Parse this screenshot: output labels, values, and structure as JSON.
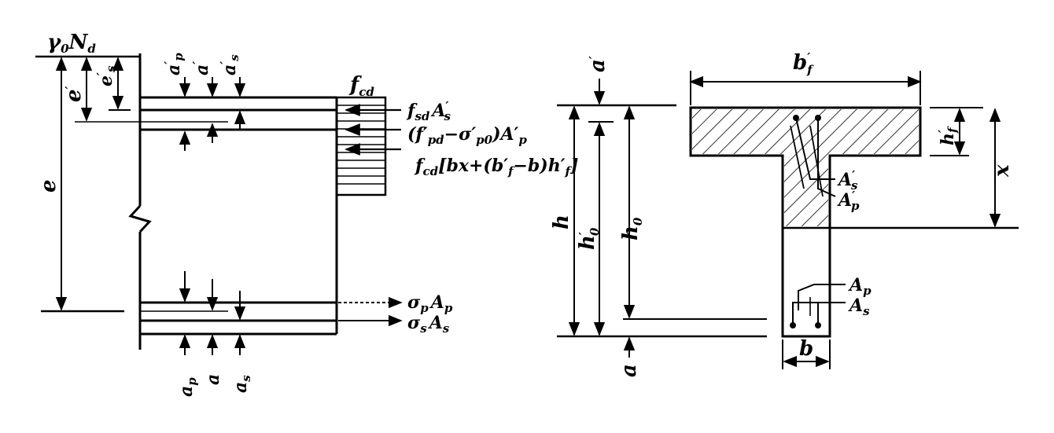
{
  "left_section": {
    "load": {
      "main": "γ",
      "sub1": "0",
      "main2": "N",
      "sub2": "d"
    },
    "e": {
      "main": "e"
    },
    "e_prime": {
      "main": "e",
      "sup": "′"
    },
    "e_s_prime": {
      "main": "e",
      "sup": "′",
      "sub": "s"
    },
    "a_p_prime_top": {
      "main": "a",
      "sup": "′",
      "sub": "p"
    },
    "a_prime_top": {
      "main": "a",
      "sup": "′"
    },
    "a_s_prime_top": {
      "main": "a",
      "sup": "′",
      "sub": "s"
    },
    "fcd_block": {
      "main": "f",
      "sub": "cd"
    },
    "force_top_steel": {
      "main": "f",
      "sub": "sd",
      "main2": "A",
      "sup2": "′",
      "sub2": "s"
    },
    "force_top_prestress": {
      "text": "(f′",
      "sub": "pd",
      "mid": "−σ′",
      "sub2": "p0",
      "end": ")A′",
      "sub3": "p"
    },
    "force_concrete": {
      "main": "f",
      "sub": "cd",
      "rest": "[bx+(b′",
      "sub2": "f",
      "rest2": "−b)h′",
      "sub3": "f",
      "end": "]"
    },
    "force_bottom_prestress": {
      "main": "σ",
      "sub": "p",
      "main2": "A",
      "sub2": "p"
    },
    "force_bottom_steel": {
      "main": "σ",
      "sub": "s",
      "main2": "A",
      "sub2": "s"
    },
    "a_p_bottom": {
      "main": "a",
      "sub": "p"
    },
    "a_bottom": {
      "main": "a"
    },
    "a_s_bottom": {
      "main": "a",
      "sub": "s"
    }
  },
  "right_section": {
    "a_prime": {
      "main": "a",
      "sup": "′"
    },
    "b_f_prime": {
      "main": "b",
      "sup": "′",
      "sub": "f"
    },
    "h_f_prime": {
      "main": "h",
      "sup": "′",
      "sub": "f"
    },
    "x": {
      "main": "x"
    },
    "h": {
      "main": "h"
    },
    "h0_prime": {
      "main": "h",
      "sup": "′",
      "sub": "0"
    },
    "h0": {
      "main": "h",
      "sub": "0"
    },
    "A_s_prime": {
      "main": "A",
      "sup": "′",
      "sub": "s"
    },
    "A_p_prime": {
      "main": "A",
      "sup": "′",
      "sub": "p"
    },
    "A_p": {
      "main": "A",
      "sub": "p"
    },
    "A_s": {
      "main": "A",
      "sub": "s"
    },
    "b": {
      "main": "b"
    },
    "a": {
      "main": "a"
    }
  }
}
